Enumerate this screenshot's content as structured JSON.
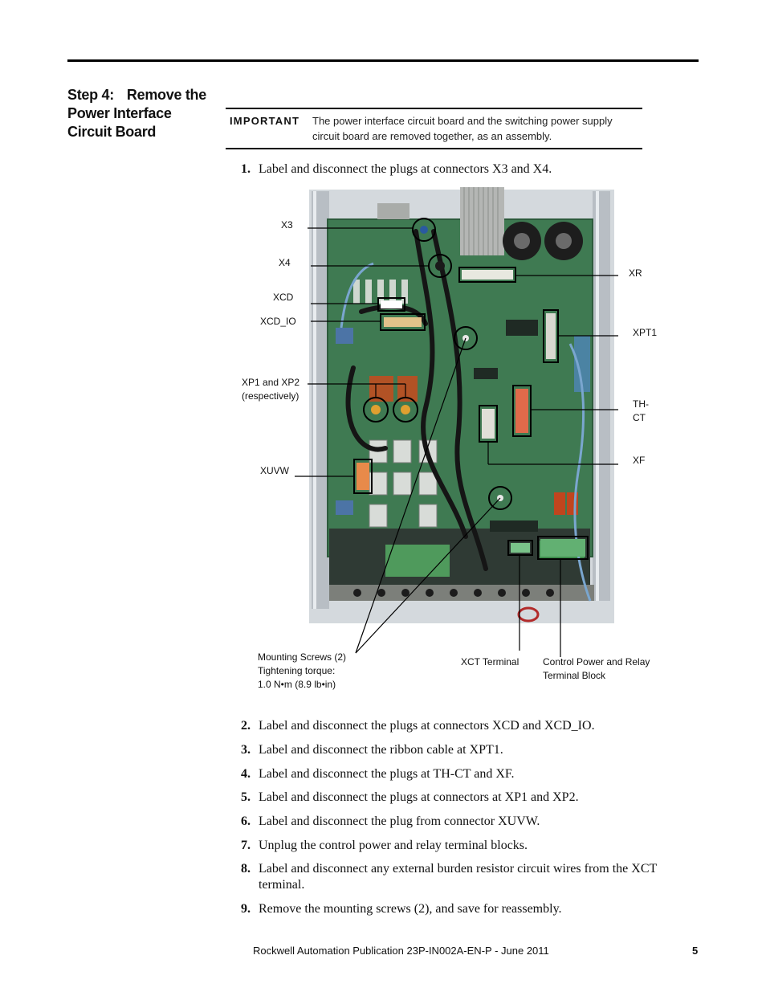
{
  "heading": {
    "step_number": "Step 4:",
    "title": "Remove the Power Interface Circuit Board"
  },
  "important": {
    "label": "IMPORTANT",
    "text": "The power interface circuit board and the switching power supply circuit board are removed together, as an assembly."
  },
  "steps_first": [
    {
      "num": "1.",
      "text": "Label and disconnect the plugs at connectors X3 and X4."
    }
  ],
  "figure": {
    "callouts": {
      "x3": "X3",
      "x4": "X4",
      "xcd": "XCD",
      "xcd_io": "XCD_IO",
      "xp1_xp2_line1": "XP1 and XP2",
      "xp1_xp2_line2": "(respectively)",
      "xuvw": "XUVW",
      "xr": "XR",
      "xpt1": "XPT1",
      "th_ct": "TH-CT",
      "xf": "XF",
      "mounting_line1": "Mounting Screws (2)",
      "mounting_line2": "Tightening torque:",
      "mounting_line3": "1.0 N•m (8.9 lb•in)",
      "xct_terminal": "XCT Terminal",
      "control_line1": "Control Power and Relay",
      "control_line2": "Terminal Block"
    },
    "colors": {
      "board": "#3f7a52",
      "chassis": "#c9cfd4",
      "cable": "#151515"
    }
  },
  "steps_rest": [
    {
      "num": "2.",
      "text": "Label and disconnect the plugs at connectors XCD and XCD_IO."
    },
    {
      "num": "3.",
      "text": "Label and disconnect the ribbon cable at XPT1."
    },
    {
      "num": "4.",
      "text": "Label and disconnect the plugs at TH-CT and XF."
    },
    {
      "num": "5.",
      "text": "Label and disconnect the plugs at connectors at XP1 and XP2."
    },
    {
      "num": "6.",
      "text": "Label and disconnect the plug from connector XUVW."
    },
    {
      "num": "7.",
      "text": "Unplug the control power and relay terminal blocks."
    },
    {
      "num": "8.",
      "text": "Label and disconnect any external burden resistor circuit wires from the XCT terminal."
    },
    {
      "num": "9.",
      "text": "Remove the mounting screws (2), and save for reassembly."
    }
  ],
  "footer": {
    "publication": "Rockwell Automation Publication 23P-IN002A-EN-P - June 2011",
    "page": "5"
  }
}
